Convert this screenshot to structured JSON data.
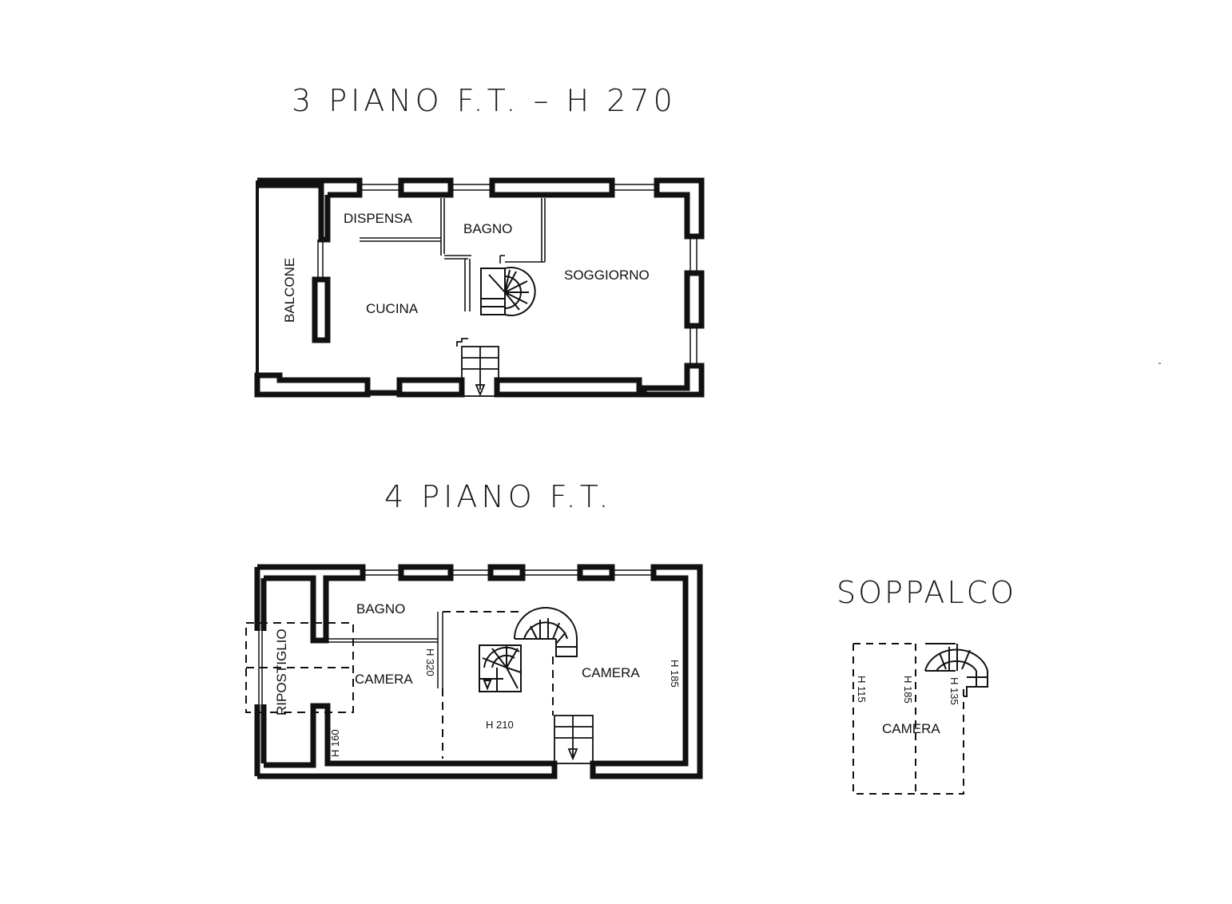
{
  "floors": {
    "piano3": {
      "title": "3 PIANO F.T. – H 270",
      "rooms": {
        "dispensa": "DISPENSA",
        "bagno": "BAGNO",
        "soggiorno": "SOGGIORNO",
        "balcone": "BALCONE",
        "cucina": "CUCINA"
      }
    },
    "piano4": {
      "title": "4 PIANO F.T.",
      "rooms": {
        "bagno": "BAGNO",
        "ripostiglio": "RIPOSTIGLIO",
        "camera_left": "CAMERA",
        "camera_right": "CAMERA"
      },
      "heights": {
        "h320": "H 320",
        "h210": "H 210",
        "h185": "H 185",
        "h160": "H 160"
      }
    },
    "soppalco": {
      "title": "SOPPALCO",
      "rooms": {
        "camera": "CAMERA"
      },
      "heights": {
        "h115": "H 115",
        "h185": "H 185",
        "h135": "H 135"
      }
    }
  },
  "colors": {
    "ink": "#111111",
    "background": "#ffffff"
  }
}
